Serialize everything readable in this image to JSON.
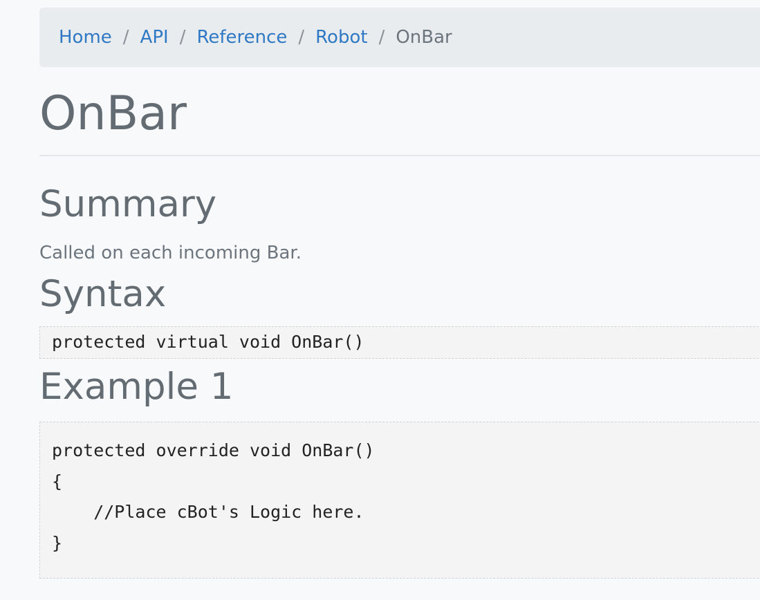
{
  "breadcrumb": {
    "items": [
      {
        "label": "Home"
      },
      {
        "label": "API"
      },
      {
        "label": "Reference"
      },
      {
        "label": "Robot"
      }
    ],
    "separator": "/",
    "current": "OnBar"
  },
  "page": {
    "title": "OnBar"
  },
  "summary": {
    "heading": "Summary",
    "text": "Called on each incoming Bar."
  },
  "syntax": {
    "heading": "Syntax",
    "code": "protected virtual void OnBar()"
  },
  "example": {
    "heading": "Example 1",
    "lines": [
      "protected override void OnBar()",
      "{",
      "    //Place cBot's Logic here.",
      "}"
    ]
  }
}
